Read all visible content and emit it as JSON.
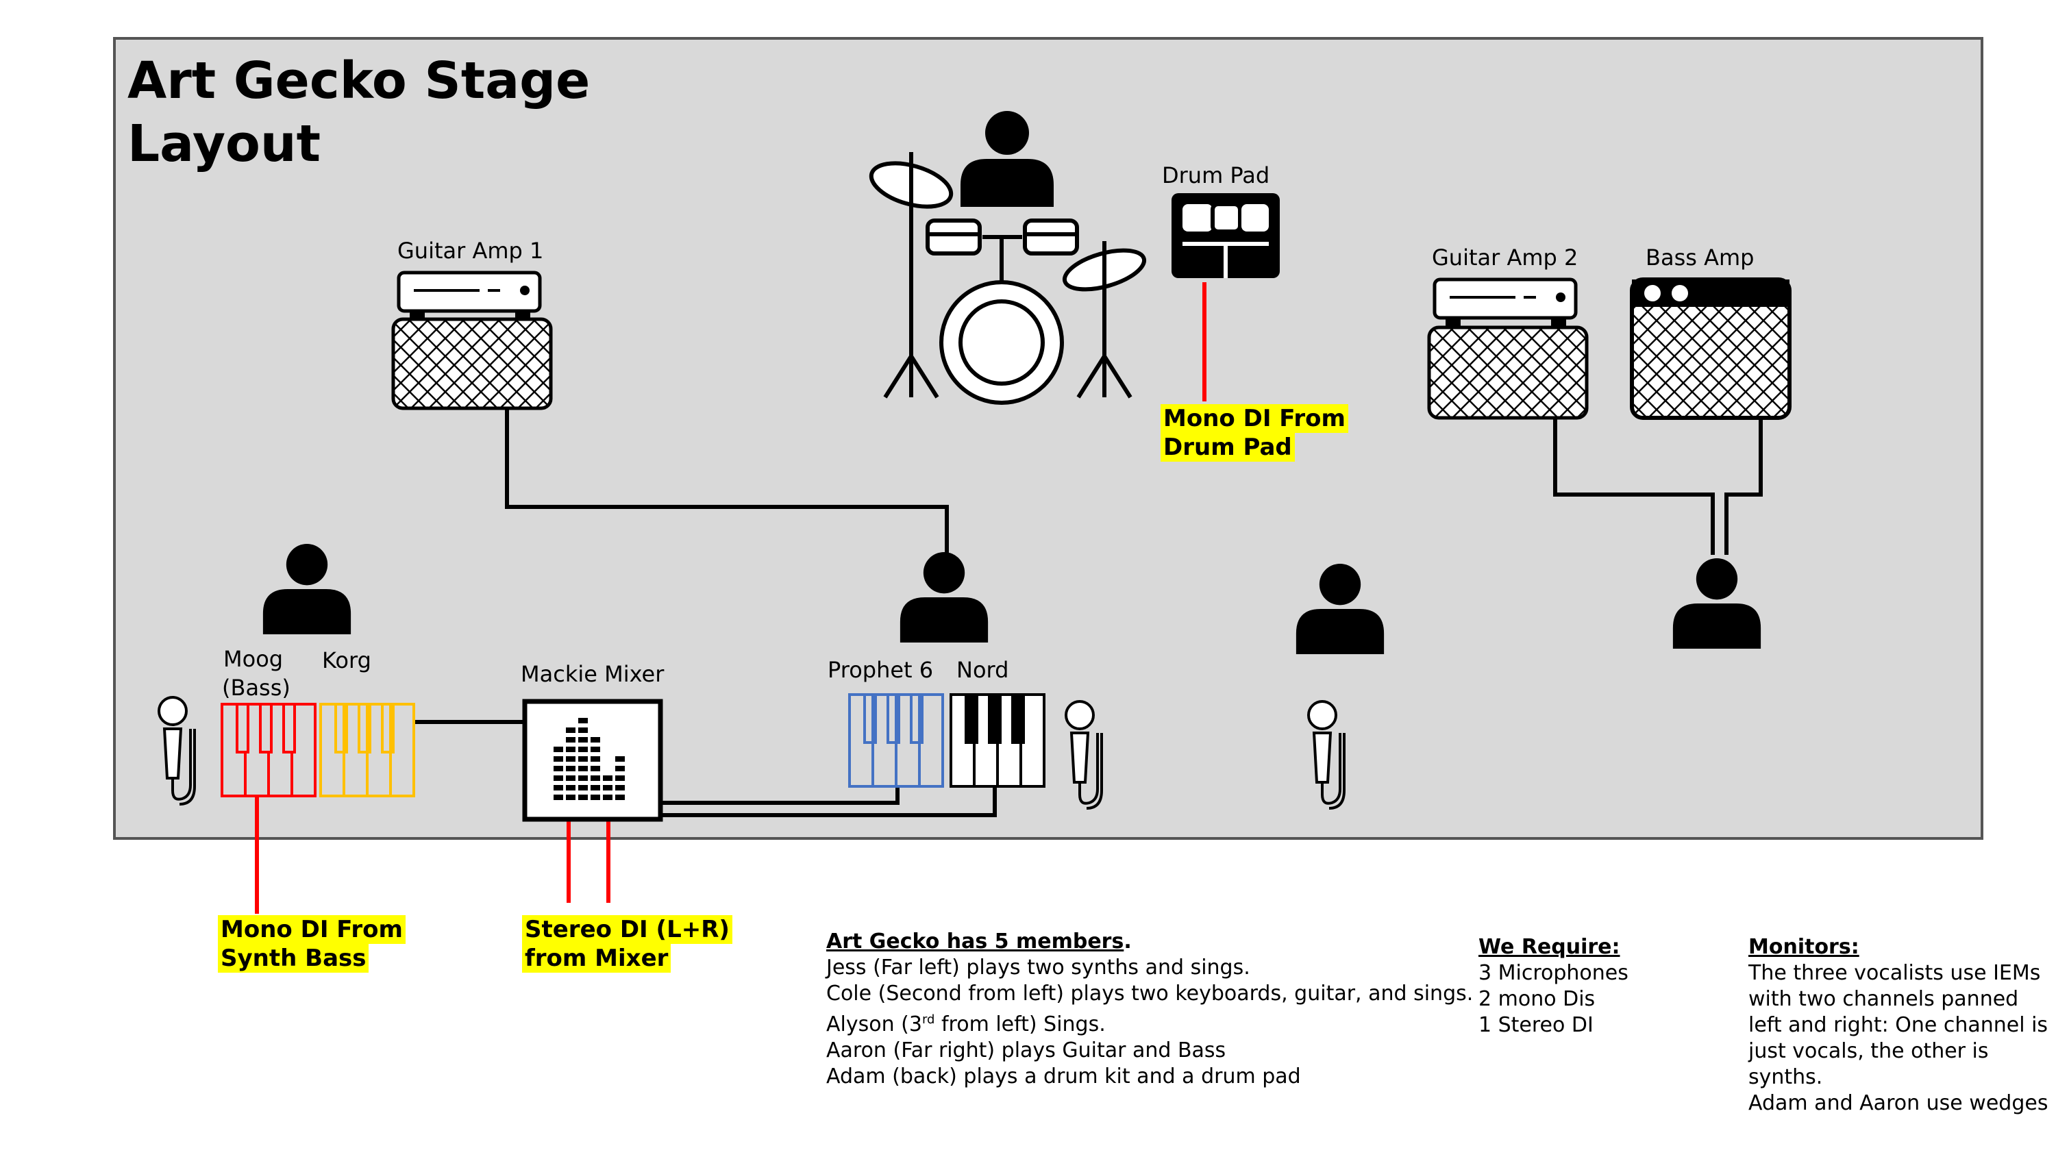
{
  "title_line1": "Art Gecko Stage",
  "title_line2": "Layout",
  "labels": {
    "guitar_amp_1": "Guitar Amp  1",
    "drum_pad": "Drum  Pad",
    "guitar_amp_2": "Guitar Amp  2",
    "bass_amp": "Bass Amp",
    "moog_line1": "Moog",
    "moog_line2": "(Bass)",
    "korg": "Korg",
    "mackie_mixer": "Mackie Mixer",
    "prophet": "Prophet  6",
    "nord": "Nord"
  },
  "callouts": {
    "drum_pad_line1": "Mono DI From",
    "drum_pad_line2": "Drum Pad",
    "synth_bass_line1": "Mono DI From",
    "synth_bass_line2": "Synth Bass",
    "mixer_line1": "Stereo DI (L+R)",
    "mixer_line2": "from Mixer"
  },
  "members": {
    "heading": "Art Gecko has 5 members",
    "heading_suffix": ".",
    "jess": "Jess (Far left) plays two synths and sings.",
    "cole": "Cole (Second from left) plays two keyboards, guitar, and sings.",
    "alyson_pre": "Alyson (3",
    "alyson_sup": "rd",
    "alyson_post": " from left) Sings.",
    "aaron": "Aaron (Far right) plays Guitar and Bass",
    "adam": "Adam (back) plays a drum kit and a drum pad"
  },
  "requirements": {
    "heading": "We Require:",
    "items": [
      "3 Microphones",
      "2 mono Dis",
      "1 Stereo DI"
    ]
  },
  "monitors": {
    "heading": "Monitors:",
    "text": "The three vocalists use IEMs with two channels panned left and right: One channel is just vocals, the other is synths.",
    "text2": "Adam and Aaron use wedges"
  },
  "colors": {
    "stage_fill": "#d9d9d9",
    "stage_border": "#555555",
    "red_cable": "#ff0000",
    "moog": "#ff0000",
    "korg": "#ffc000",
    "prophet": "#4472c4",
    "highlight": "#ffff00"
  }
}
